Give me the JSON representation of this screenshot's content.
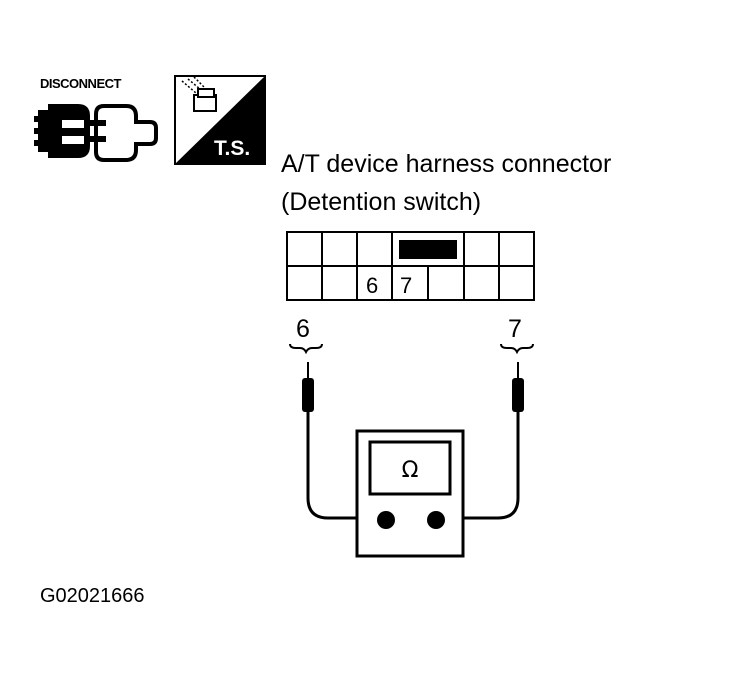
{
  "icons": {
    "disconnect_label": "DISCONNECT",
    "ts_label": "T.S."
  },
  "connector": {
    "title_line1": "A/T device harness connector",
    "title_line2": "(Detention switch)",
    "pin_a": "6",
    "pin_b": "7"
  },
  "probes": {
    "left_label": "6",
    "right_label": "7"
  },
  "meter": {
    "symbol": "Ω"
  },
  "figure_id": "G02021666"
}
